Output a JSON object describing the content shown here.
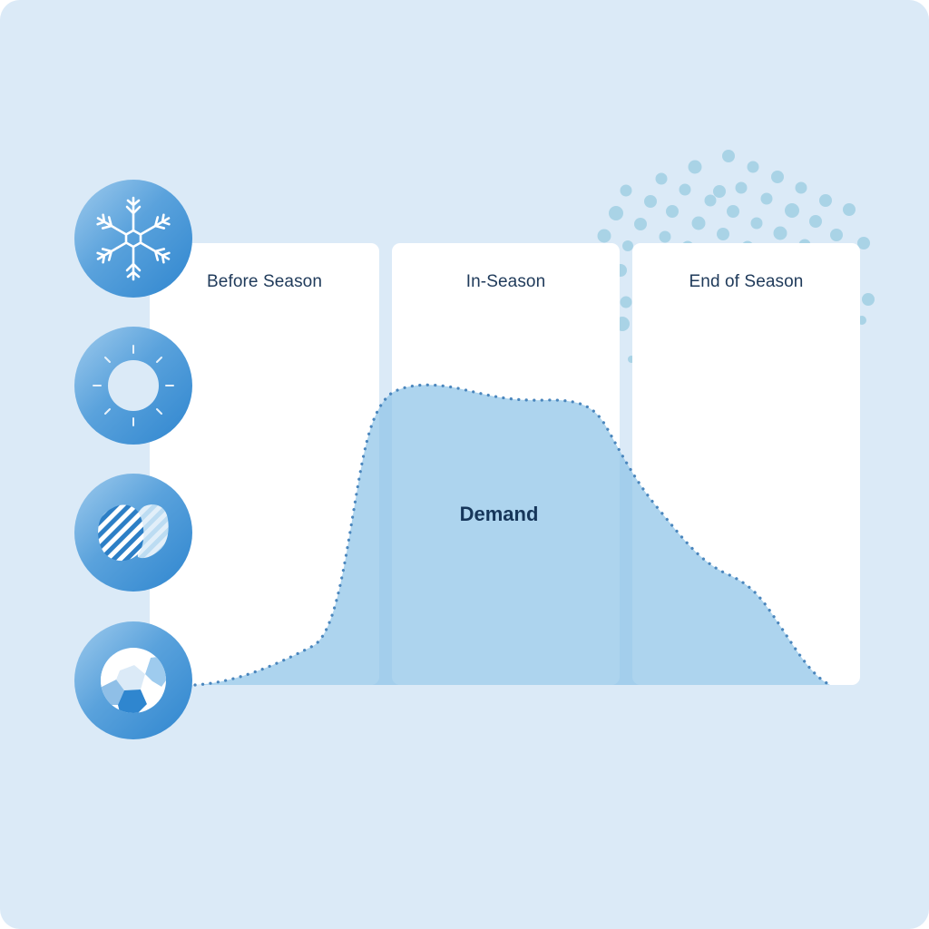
{
  "panels": [
    {
      "label": "Before Season"
    },
    {
      "label": "In-Season"
    },
    {
      "label": "End of Season"
    }
  ],
  "demand": {
    "label": "Demand"
  },
  "icons": [
    {
      "name": "snowflake-icon",
      "meaning": "winter"
    },
    {
      "name": "sun-icon",
      "meaning": "summer"
    },
    {
      "name": "easter-eggs-icon",
      "meaning": "holiday"
    },
    {
      "name": "soccer-ball-icon",
      "meaning": "sports"
    }
  ],
  "colors": {
    "background": "#dbeaf7",
    "panel": "#ffffff",
    "area_fill": "#9fcbe9",
    "curve_dots": "#4a86bd",
    "text": "#1f3a5a",
    "decor_dots": "#a9d3e6"
  },
  "chart_data": {
    "type": "area",
    "title": "",
    "series": [
      {
        "name": "Demand",
        "shape": "rises before season, peaks in-season, declines at end of season"
      }
    ],
    "categories": [
      "Before Season",
      "In-Season",
      "End of Season"
    ],
    "relative_values": [
      0.25,
      1.0,
      0.55
    ],
    "xlabel": "",
    "ylabel": ""
  }
}
